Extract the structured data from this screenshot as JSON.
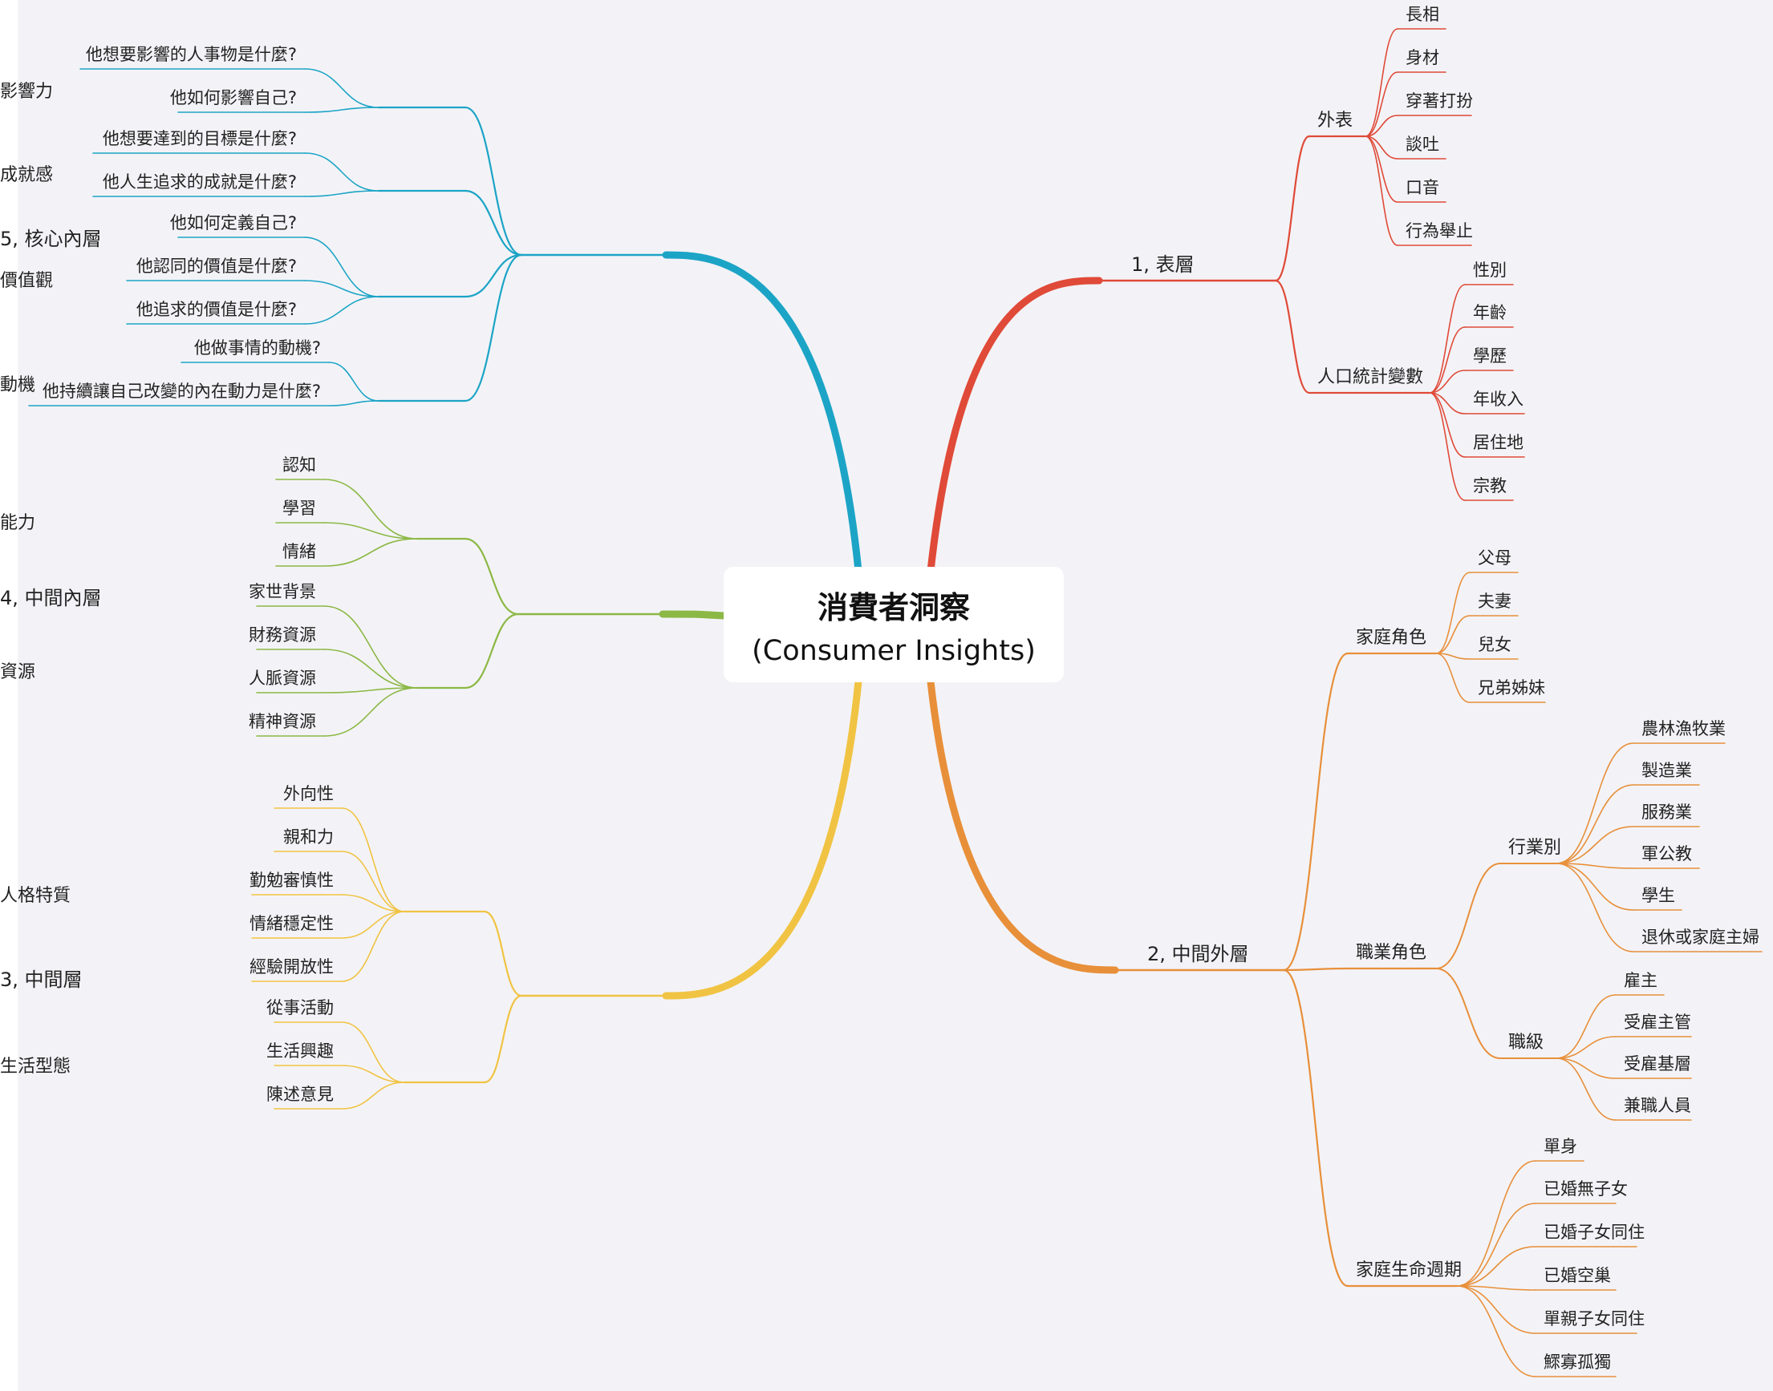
{
  "root": {
    "title": "消費者洞察",
    "subtitle": "(Consumer Insights)"
  },
  "colors": {
    "red": "#e04a38",
    "orange": "#e88f3a",
    "yellow": "#f1c343",
    "green": "#8cb845",
    "blue": "#1ca4c6"
  },
  "branches": [
    {
      "label": "1, 表層",
      "color": "red",
      "children": [
        {
          "label": "外表",
          "children": [
            "長相",
            "身材",
            "穿著打扮",
            "談吐",
            "口音",
            "行為舉止"
          ]
        },
        {
          "label": "人口統計變數",
          "children": [
            "性別",
            "年齡",
            "學歷",
            "年收入",
            "居住地",
            "宗教"
          ]
        }
      ]
    },
    {
      "label": "2, 中間外層",
      "color": "orange",
      "children": [
        {
          "label": "家庭角色",
          "children": [
            "父母",
            "夫妻",
            "兒女",
            "兄弟姊妹"
          ]
        },
        {
          "label": "職業角色",
          "children": [
            {
              "label": "行業別",
              "children": [
                "農林漁牧業",
                "製造業",
                "服務業",
                "軍公教",
                "學生",
                "退休或家庭主婦"
              ]
            },
            {
              "label": "職級",
              "children": [
                "雇主",
                "受雇主管",
                "受雇基層",
                "兼職人員"
              ]
            }
          ]
        },
        {
          "label": "家庭生命週期",
          "children": [
            "單身",
            "已婚無子女",
            "已婚子女同住",
            "已婚空巢",
            "單親子女同住",
            "鰥寡孤獨"
          ]
        }
      ]
    },
    {
      "label": "3, 中間層",
      "color": "yellow",
      "children": [
        {
          "label": "人格特質",
          "children": [
            "外向性",
            "親和力",
            "勤勉審慎性",
            "情緒穩定性",
            "經驗開放性"
          ]
        },
        {
          "label": "生活型態",
          "children": [
            "從事活動",
            "生活興趣",
            "陳述意見"
          ]
        }
      ]
    },
    {
      "label": "4, 中間內層",
      "color": "green",
      "children": [
        {
          "label": "能力",
          "children": [
            "認知",
            "學習",
            "情緒"
          ]
        },
        {
          "label": "資源",
          "children": [
            "家世背景",
            "財務資源",
            "人脈資源",
            "精神資源"
          ]
        }
      ]
    },
    {
      "label": "5, 核心內層",
      "color": "blue",
      "children": [
        {
          "label": "影響力",
          "children": [
            "他想要影響的人事物是什麼?",
            "他如何影響自己?"
          ]
        },
        {
          "label": "成就感",
          "children": [
            "他想要達到的目標是什麼?",
            "他人生追求的成就是什麼?"
          ]
        },
        {
          "label": "價值觀",
          "children": [
            "他如何定義自己?",
            "他認同的價值是什麼?",
            "他追求的價值是什麼?"
          ]
        },
        {
          "label": "動機",
          "children": [
            "他做事情的動機?",
            "他持續讓自己改變的內在動力是什麼?"
          ]
        }
      ]
    }
  ]
}
